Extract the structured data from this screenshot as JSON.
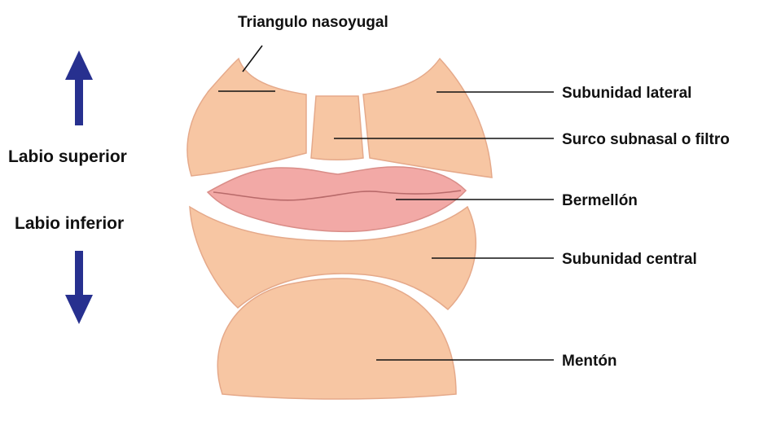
{
  "labels": {
    "triangle": "Triangulo nasoyugal",
    "lateral": "Subunidad lateral",
    "philtrum": "Surco subnasal o filtro",
    "vermilion": "Bermellón",
    "central": "Subunidad central",
    "chin": "Mentón",
    "upper_lip": "Labio superior",
    "lower_lip": "Labio inferior"
  },
  "colors": {
    "skin": "#f7c6a3",
    "skin_outline": "#e5a98a",
    "lip": "#f2a9a6",
    "lip_outline": "#d98d88",
    "lip_line": "#b86a6a",
    "arrow": "#27308f",
    "leader": "#111111"
  }
}
